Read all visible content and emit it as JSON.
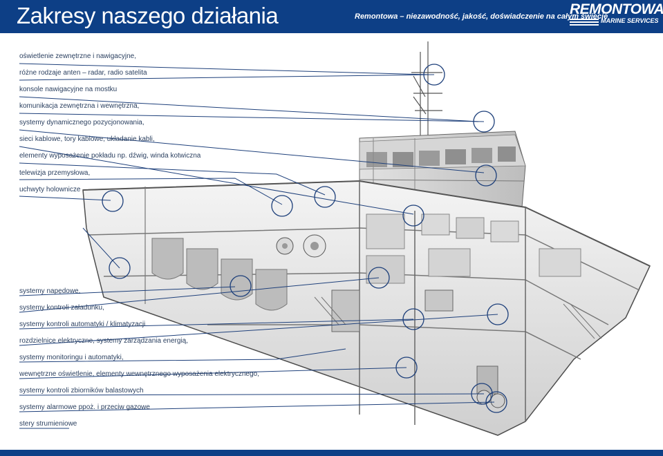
{
  "header": {
    "title": "Zakresy naszego działania",
    "tagline": "Remontowa – niezawodność, jakość, doświadczenie na całym świecie",
    "logo": {
      "name": "REMONTOWA",
      "sub": "MARINE SERVICES"
    }
  },
  "labels_top": [
    "oświetlenie zewnętrzne i nawigacyjne,",
    "różne rodzaje anten – radar, radio satelita",
    "konsole nawigacyjne na mostku",
    "komunikacja zewnętrzna i wewnętrzna,",
    "systemy dynamicznego pozycjonowania,",
    "sieci kablowe, tory kablowe, układanie kabli,",
    "elementy wyposażenie pokładu np. dźwig, winda kotwiczna",
    "telewizja przemysłowa,",
    "uchwyty holownicze"
  ],
  "labels_bottom": [
    "systemy napędowe,",
    "systemy kontroli załadunku,",
    "systemy kontroli automatyki / klimatyzacji",
    "rozdzielnice elektryczne, systemy zarządzania energią,",
    "systemy monitoringu i automatyki,",
    "wewnętrzne oświetlenie, elementy wewnętrznego wyposażenia elektrycznego,",
    "systemy kontroli zbiorników balastowych",
    "systemy alarmowe ppoż. i przeciw gazowe",
    "stery strumieniowe"
  ],
  "colors": {
    "brand_blue": "#0d3f86",
    "callout_line": "#1d3f7a",
    "text": "#2a3f5f"
  }
}
